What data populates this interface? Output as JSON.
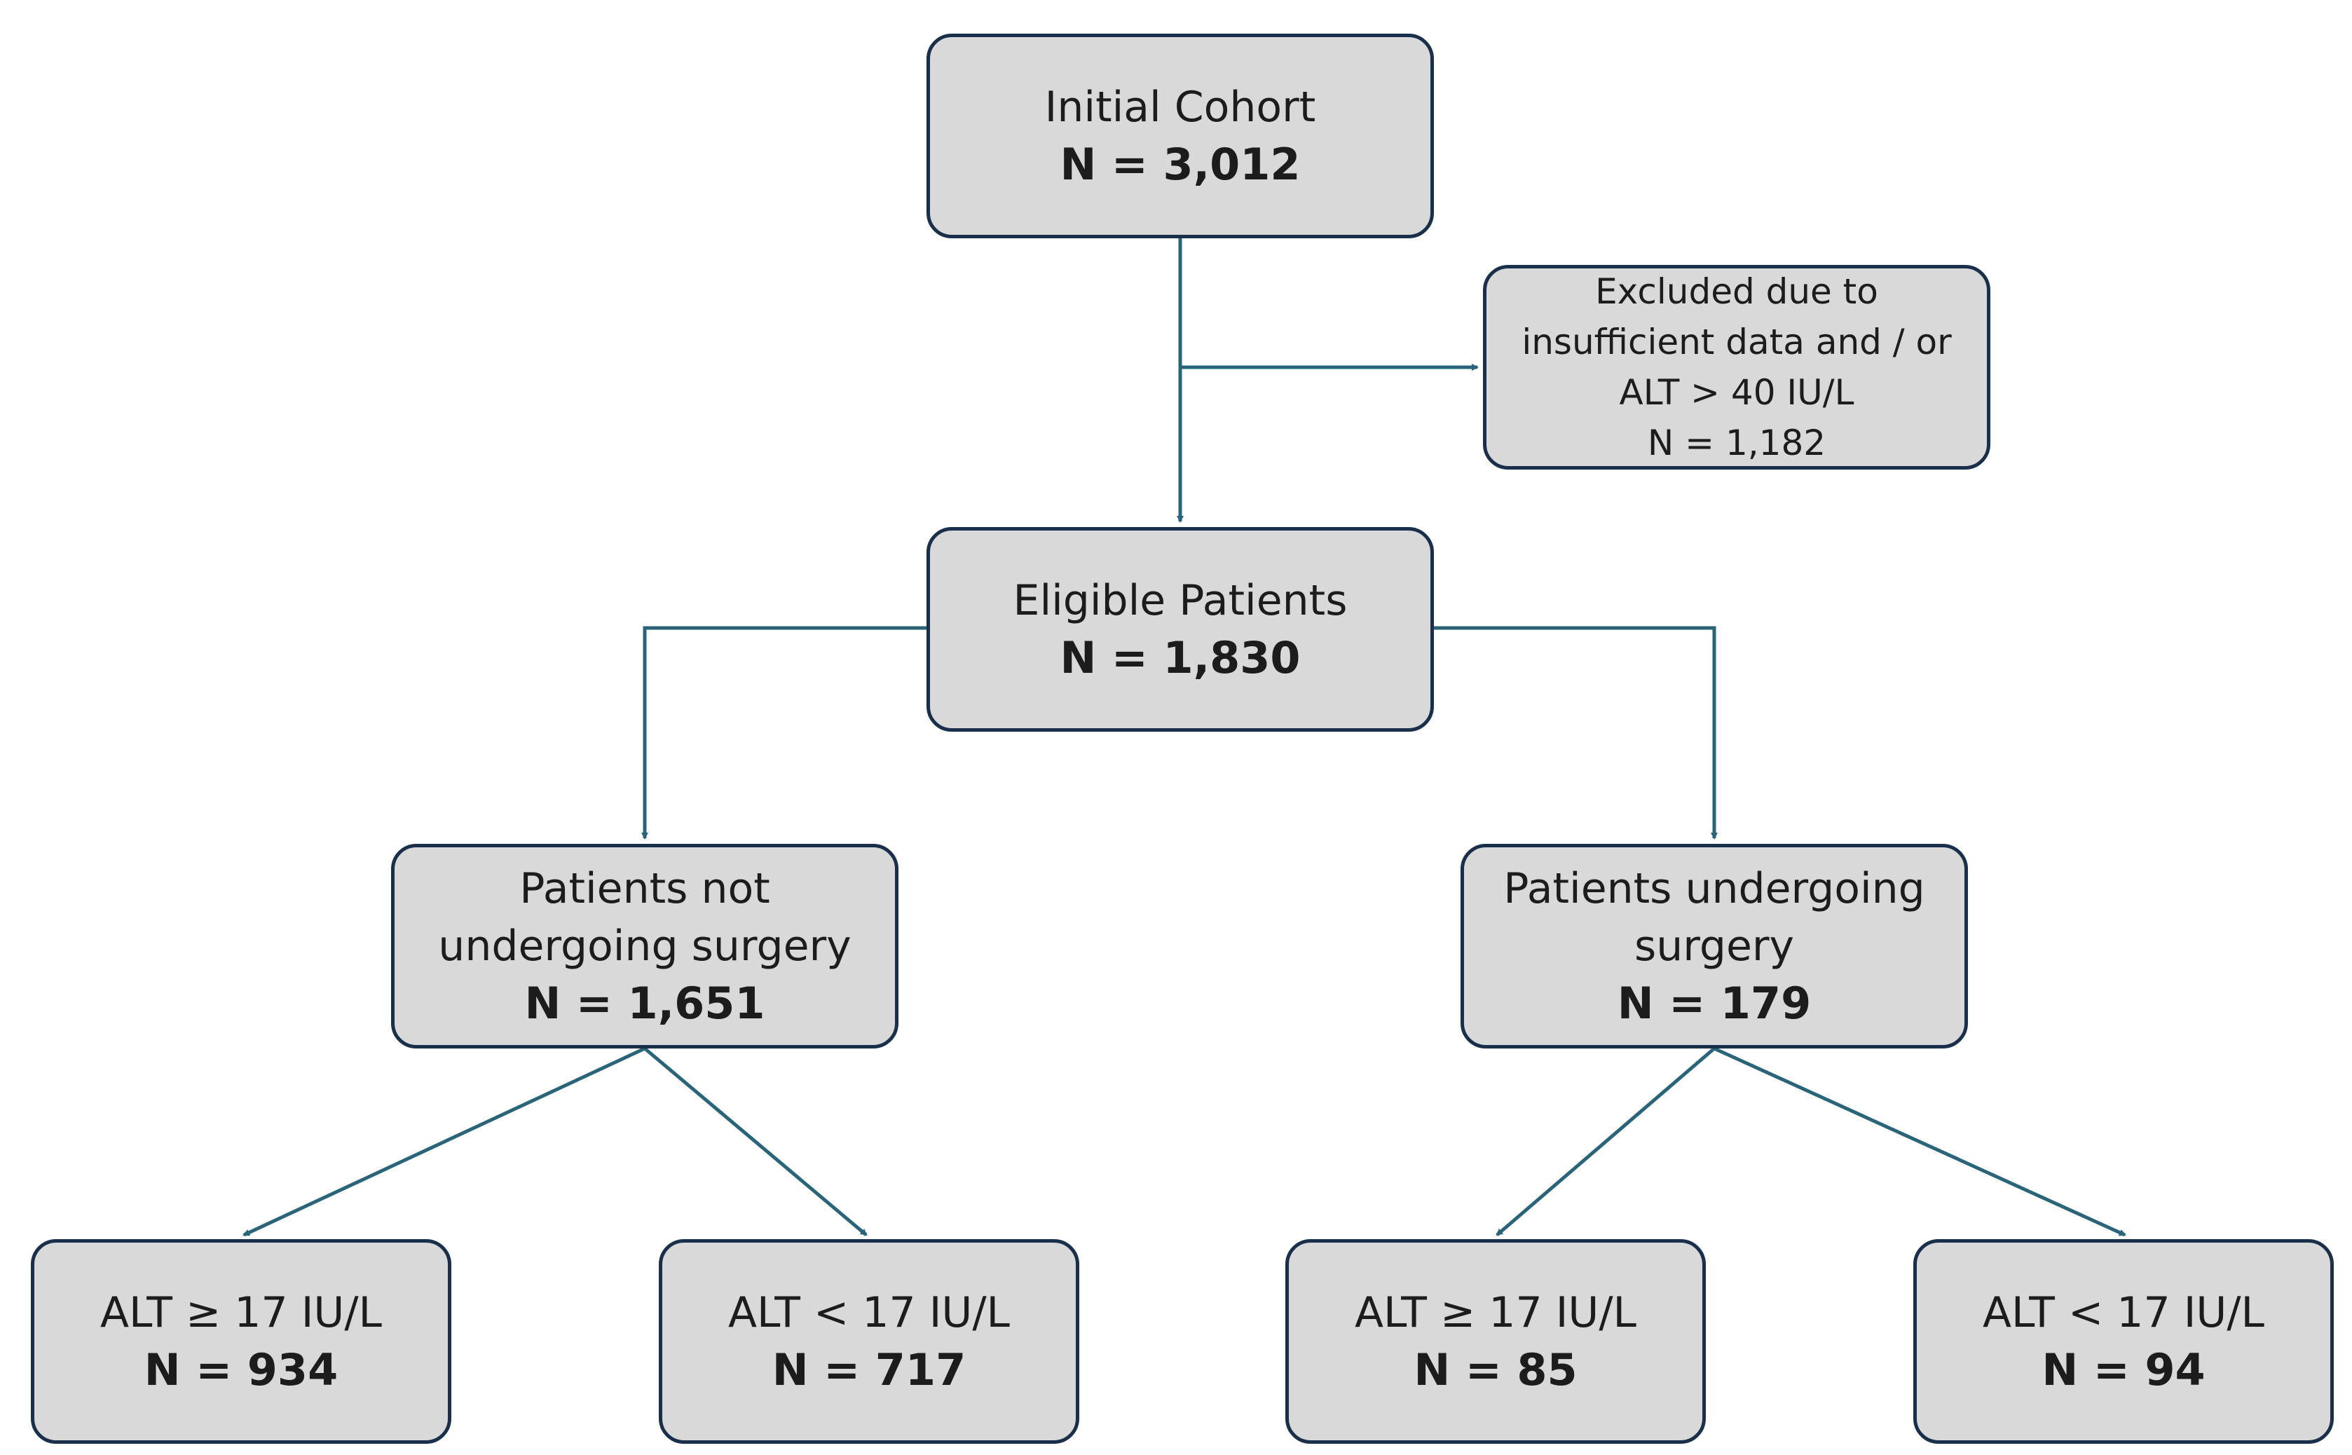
{
  "colors": {
    "box_fill": "#d9d9d9",
    "box_border": "#1a2f4a",
    "connector": "#2a6478",
    "text": "#1c1c1c"
  },
  "boxes": {
    "initial": {
      "label": "Initial Cohort",
      "count": "N = 3,012"
    },
    "excluded": {
      "lines": [
        "Excluded due to",
        "insufficient data and / or",
        "ALT > 40 IU/L",
        "N = 1,182"
      ]
    },
    "eligible": {
      "label": "Eligible Patients",
      "count": "N = 1,830"
    },
    "no_surgery": {
      "lines": [
        "Patients not",
        "undergoing surgery"
      ],
      "count": "N = 1,651"
    },
    "surgery": {
      "lines": [
        "Patients undergoing",
        "surgery"
      ],
      "count": "N = 179"
    },
    "no_surgery_alt_high": {
      "label": "ALT ≥ 17 IU/L",
      "count": "N = 934"
    },
    "no_surgery_alt_low": {
      "label": "ALT < 17 IU/L",
      "count": "N = 717"
    },
    "surgery_alt_high": {
      "label": "ALT ≥ 17 IU/L",
      "count": "N = 85"
    },
    "surgery_alt_low": {
      "label": "ALT < 17 IU/L",
      "count": "N = 94"
    }
  }
}
